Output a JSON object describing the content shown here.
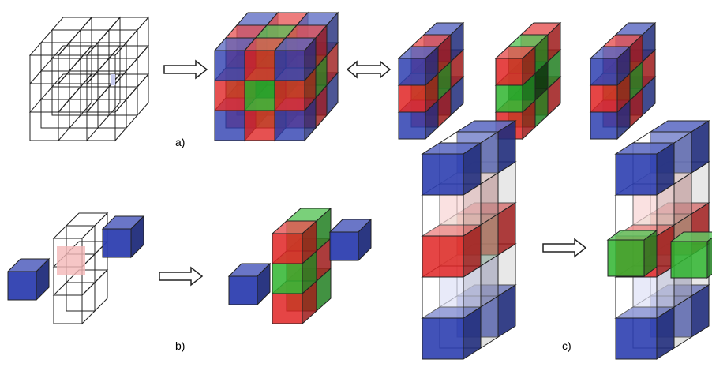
{
  "labels": {
    "a": "a)",
    "b": "b)",
    "c": "c)"
  },
  "colors": {
    "blue": "#2e3fb0",
    "red": "#e02525",
    "green": "#2fb52f",
    "dark": "#0f3a0f",
    "line": "#222222",
    "pale_blue": "#c9cdf0",
    "pale_red": "#f4b8b8",
    "pale_green": "#c6ecc6"
  },
  "arrows": [
    "right",
    "double",
    "right",
    "right"
  ]
}
